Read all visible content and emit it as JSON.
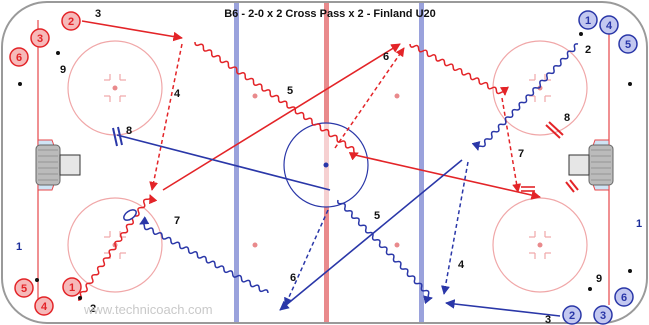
{
  "title": "B6 - 2-0 x 2 Cross Pass x 2 - Finland U20",
  "watermark": "www.technicoach.com",
  "colors": {
    "red_team": "#e32428",
    "red_team_fill": "#f6b9b9",
    "blue_team": "#2a37a8",
    "blue_team_fill": "#c3c8f0",
    "red_line": "#e7474a",
    "blue_line": "#8a93d6",
    "circle_line": "#f0a7a8",
    "crease": "#cfe4f5",
    "board": "#9a9a9a"
  },
  "players": {
    "red": [
      "2",
      "3",
      "6",
      "1",
      "5",
      "4"
    ],
    "blue": [
      "1",
      "4",
      "5",
      "2",
      "3",
      "6"
    ]
  },
  "sequence_numbers": {
    "red_1": "1",
    "red_pass_top": "3",
    "red_f9": "9",
    "red_skate_4": "4",
    "red_wavy_5": "5",
    "red_pass_6": "6",
    "red_skate_7": "7",
    "red_pass_8": "8",
    "red_top_2": "2",
    "blue_2": "2",
    "blue_f9": "9",
    "blue_pass_3": "3",
    "blue_skate_4": "4",
    "blue_wavy_5": "5",
    "blue_pass_6": "6",
    "blue_wavy_7": "7",
    "blue_pass_8": "8",
    "blue_side_1": "1",
    "red_side_1": "1"
  },
  "icons": [
    "goal-net-icon",
    "puck-icon",
    "player-marker-icon",
    "stop-mark-icon"
  ]
}
